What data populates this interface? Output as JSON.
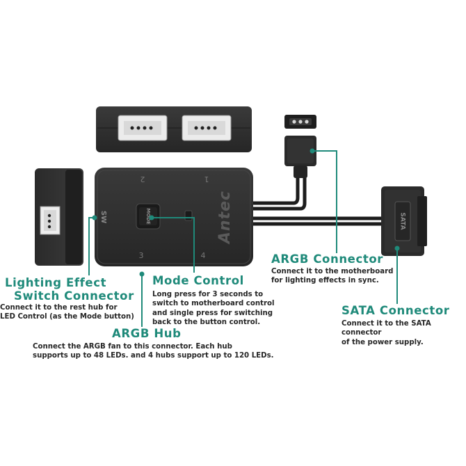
{
  "colors": {
    "accent": "#1f8a7a",
    "device": "#2d2d2d",
    "device_edge": "#1a1a1a",
    "cable": "#1c1c1c",
    "text": "#262626"
  },
  "device": {
    "brand": "Antec",
    "mode_label": "MODE",
    "sw_label": "SW",
    "sata_label": "SATA",
    "port_numbers": [
      "1",
      "2",
      "3",
      "4"
    ]
  },
  "callouts": {
    "lighting_effect": {
      "title_line1": "Lighting Effect",
      "title_line2": "Switch Connector",
      "desc": "Connect it to the rest hub for\nLED Control (as the Mode button)"
    },
    "mode_control": {
      "title": "Mode Control",
      "desc": "Long press for 3 seconds to\nswitch to motherboard control\nand single press for switching\nback to the button control."
    },
    "argb_hub": {
      "title": "ARGB Hub",
      "desc": "Connect the ARGB fan to this connector. Each hub\nsupports up to 48 LEDs. and 4 hubs support up to 120 LEDs."
    },
    "argb_connector": {
      "title": "ARGB Connector",
      "desc": "Connect it to the motherboard\nfor lighting effects in sync."
    },
    "sata_connector": {
      "title": "SATA Connector",
      "desc": "Connect it to the SATA connector\nof the power supply."
    }
  }
}
